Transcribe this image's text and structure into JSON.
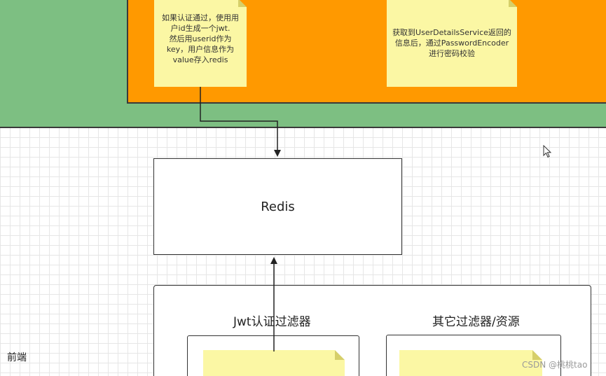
{
  "colors": {
    "green_band": "#7dbf82",
    "orange_panel": "#ff9900",
    "note_fill": "#fbf7a4",
    "stroke": "#333333"
  },
  "top_notes": [
    {
      "text": "如果认证通过，使用用\n户id生成一个jwt.\n然后用userid作为\nkey，用户信息作为\nvalue存入redis"
    },
    {
      "text": "获取到UserDetailsService返回的\n信息后，通过PasswordEncoder\n进行密码校验"
    }
  ],
  "redis": {
    "label": "Redis"
  },
  "frontend": {
    "label": "前端",
    "groups": [
      {
        "title": "Jwt认证过滤器"
      },
      {
        "title": "其它过滤器/资源"
      }
    ]
  },
  "watermark": "CSDN @桃桃tao",
  "cursor_icon": "mouse-pointer-icon"
}
